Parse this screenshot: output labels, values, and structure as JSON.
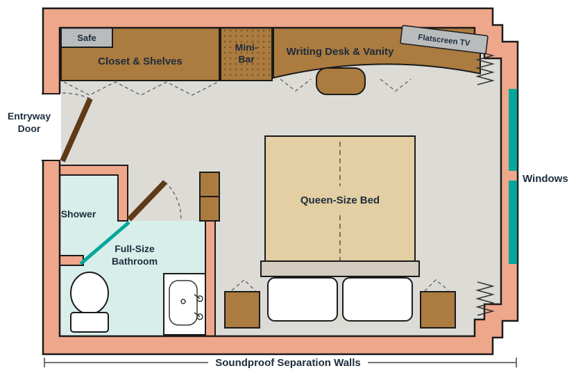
{
  "colors": {
    "wall": "#efa78b",
    "floor": "#dcdbd6",
    "bath": "#d8eeea",
    "wood": "#ab7b3f",
    "wood_dots": "#7c5423",
    "bed": "#e3cfa3",
    "headboard": "#d3ccbf",
    "gray": "#b9bcbd",
    "teal": "#00a79b",
    "door": "#5e3a16",
    "text": "#1d2c3b",
    "white": "#ffffff"
  },
  "labels": {
    "safe": "Safe",
    "closet": "Closet & Shelves",
    "minibar": [
      "Mini-",
      "Bar"
    ],
    "desk": "Writing Desk & Vanity",
    "tv": "Flatscreen TV",
    "entry": [
      "Entryway",
      "Door"
    ],
    "shower": "Shower",
    "bathroom": [
      "Full-Size",
      "Bathroom"
    ],
    "bed": "Queen-Size Bed",
    "windows": "Windows",
    "soundproof": "Soundproof Separation Walls"
  }
}
